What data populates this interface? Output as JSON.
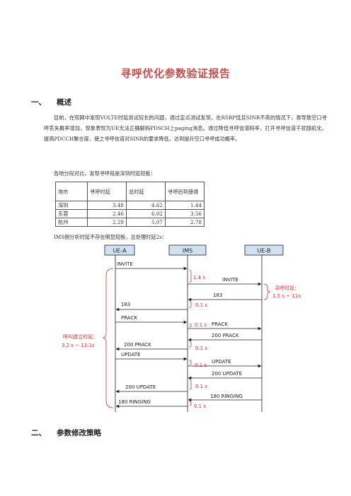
{
  "doc": {
    "title": "寻呼优化参数验证报告",
    "section1": {
      "num": "一、",
      "title": "概述"
    },
    "section2": {
      "num": "二、",
      "title": "参数修改策略"
    },
    "intro": "目前，在现网中发现VOLTE时延测试较长的问题，通过定点测试发现，在RSRP低且SINR不高的情况下，易导致空口寻呼丢失概率增加，现象表现为UE无法正确解码PDSCH上paging消息。通过降低寻呼信道码率，打开寻呼信道干扰随机化，提高PDCCH聚合度，使之寻呼信道对SINR的要求降低，达到提升空口寻呼成功概率。",
    "table_intro": "各地分段对比，发现寻呼段是深圳时延短板：",
    "table": {
      "headers": [
        "地市",
        "寻呼时延",
        "总时延",
        "寻呼后到接通"
      ],
      "rows": [
        [
          "深圳",
          "3.48",
          "4.62",
          "1.44"
        ],
        [
          "东莞",
          "2.46",
          "6.02",
          "3.56"
        ],
        [
          "杭州",
          "2.29",
          "5.07",
          "2.78"
        ]
      ]
    },
    "ims_note": "IMS侧分析时延不存在明显短板，总处理时延2s："
  },
  "diagram": {
    "entities": [
      "UE-A",
      "IMS",
      "UE-B"
    ],
    "messages": [
      "INVITE",
      "INVITE",
      "183",
      "183",
      "PRACK",
      "PRACK",
      "200 PRACK",
      "200 PRACK",
      "UPDATE",
      "UPDATE",
      "200 UPDATE",
      "200 UPDATE",
      "180 RINGING",
      "180 RINGING"
    ],
    "delays": [
      "1.4 s",
      "0.1 s",
      "0.1 s",
      "0.1 s",
      "0.1 s",
      "0.1 s",
      "0.1 s"
    ],
    "paging_label": [
      "寻呼时延：",
      "1.5 s ~ 11s"
    ],
    "setup_label": [
      "呼叫建立时延：",
      "3.2 s ~ 13.1s"
    ],
    "colors": {
      "arrow": "#222222",
      "annotation": "#e0302c",
      "box": "#cfe1f3"
    }
  }
}
